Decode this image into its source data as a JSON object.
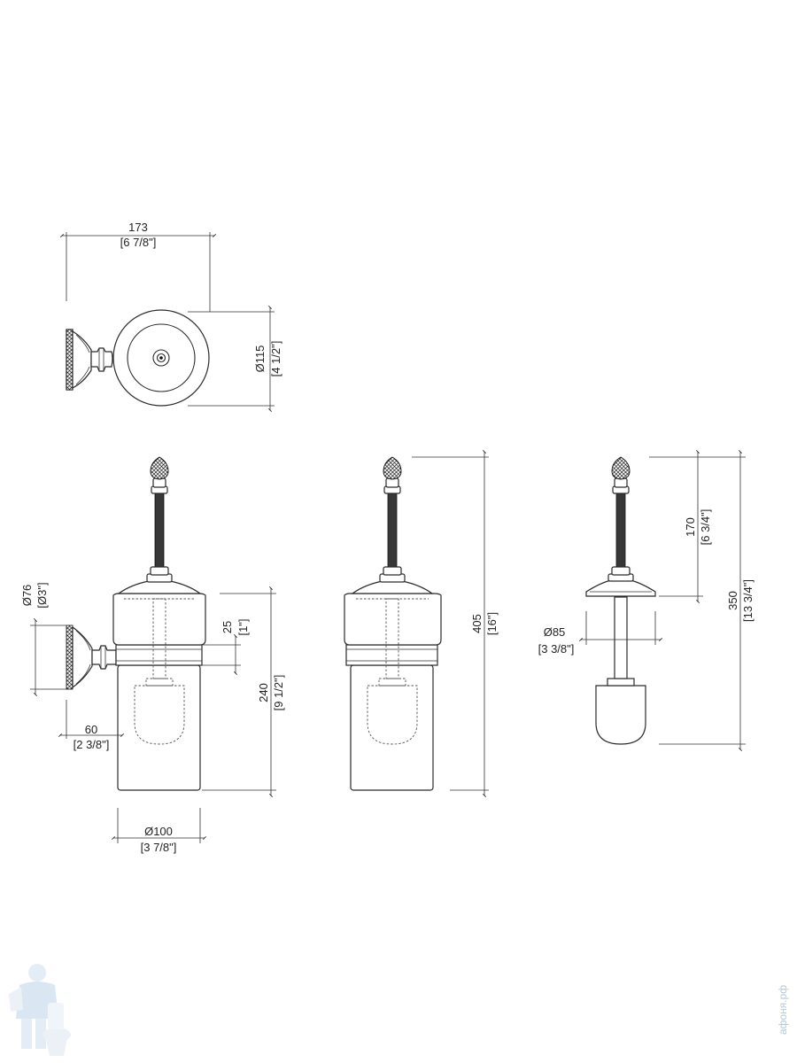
{
  "dimensions": {
    "top_width": {
      "metric": "173",
      "imperial": "[6 7/8\"]"
    },
    "top_diameter": {
      "metric": "Ø115",
      "imperial": "[4 1/2\"]"
    },
    "mount_diameter": {
      "metric": "Ø76",
      "imperial": "[Ø3\"]"
    },
    "ring_height": {
      "metric": "25",
      "imperial": "[1\"]"
    },
    "body_height": {
      "metric": "240",
      "imperial": "[9 1/2\"]"
    },
    "wall_offset": {
      "metric": "60",
      "imperial": "[2 3/8\"]"
    },
    "body_diameter": {
      "metric": "Ø100",
      "imperial": "[3 7/8\"]"
    },
    "total_height": {
      "metric": "405",
      "imperial": "[16\"]"
    },
    "brush_handle": {
      "metric": "170",
      "imperial": "[6 3/4\"]"
    },
    "brush_height": {
      "metric": "350",
      "imperial": "[13 3/4\"]"
    },
    "cap_diameter": {
      "metric": "Ø85",
      "imperial": "[3 3/8\"]"
    }
  },
  "watermark": {
    "text": "афоня.рф"
  },
  "colors": {
    "line": "#2a2a2a",
    "watermark": "#b8c8d8",
    "background": "#ffffff"
  }
}
